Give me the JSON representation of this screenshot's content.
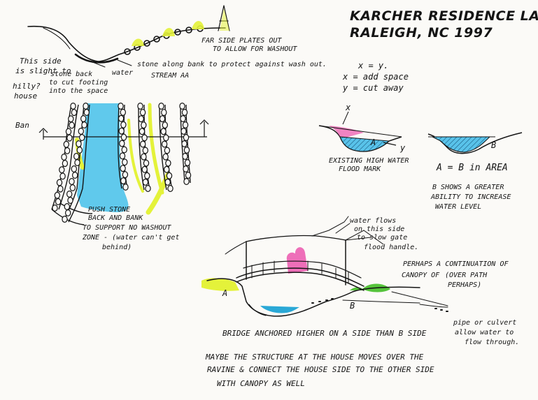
{
  "title": {
    "line1": "KARCHER RESIDENCE LANDSCAPE",
    "line2": "RALEIGH, NC 1997"
  },
  "bank_section": {
    "left_note": [
      "This side",
      "is slight to",
      "hilly?",
      "house"
    ],
    "left_note_small": "Ban",
    "stone_back_note": [
      "stone back",
      "to cut footing",
      "into the space"
    ],
    "water_label": "water",
    "far_side_note": [
      "FAR SIDE PLATES OUT",
      "TO ALLOW FOR WASHOUT"
    ],
    "stone_along_note": "stone along bank to protect against wash out.",
    "stream_label": "STREAM AA"
  },
  "plan_view": {
    "note": [
      "PUSH STONE",
      "BACK AND BANK",
      "TO SUPPORT NO WASHOUT",
      "ZONE - (water can't get",
      "behind)"
    ]
  },
  "formula": {
    "line1": "x = y.",
    "line2": "x = add space",
    "line3": "y = cut away",
    "x_label": "x",
    "y_label": "y",
    "a_label": "A",
    "b_label": "B",
    "flood_note": [
      "EXISTING HIGH WATER",
      "FLOOD MARK"
    ],
    "area_note": "A = B in AREA",
    "b_note": [
      "B SHOWS A GREATER",
      "ABILITY TO INCREASE",
      "WATER LEVEL"
    ]
  },
  "bridge": {
    "top_note": [
      "water flows",
      "on this side",
      "to slow gate",
      "flood handle."
    ],
    "right_note": [
      "PERHAPS A CONTINUATION OF",
      "CANOPY OF",
      "(OVER PATH",
      "PERHAPS)"
    ],
    "a_label": "A",
    "b_label": "B",
    "pipe_note": [
      "pipe or culvert",
      "allow water to",
      "flow through."
    ],
    "caption": "BRIDGE ANCHORED HIGHER ON A SIDE THAN B SIDE",
    "bottom_note": [
      "MAYBE THE STRUCTURE AT THE HOUSE MOVES OVER THE",
      "RAVINE & CONNECT THE HOUSE SIDE TO THE OTHER SIDE",
      "WITH CANOPY AS WELL"
    ]
  },
  "colors": {
    "ink": "#141414",
    "water_blue": "#4fc3ea",
    "highlight_yellow": "#e4f23a",
    "pink": "#ee6fb9",
    "green": "#56c43c",
    "hatch_blue": "#2aa8d6"
  }
}
